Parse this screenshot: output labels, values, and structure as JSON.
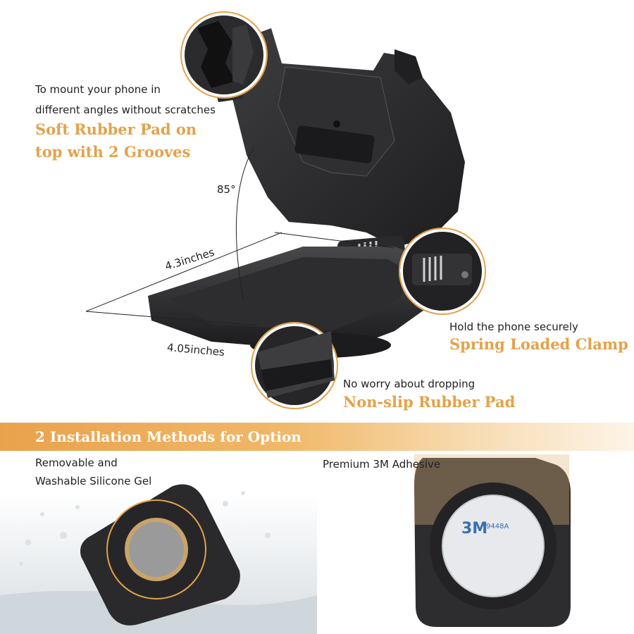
{
  "features": {
    "rubber_pad_top": {
      "note": "To mount your phone in\ndifferent angles without scratches",
      "line1": "To mount your phone in",
      "line2": "different angles without scratches",
      "title1": "Soft Rubber Pad on",
      "title2": "top with 2 Grooves"
    },
    "clamp": {
      "note": "Hold the phone securely",
      "title": "Spring Loaded Clamp"
    },
    "base_pad": {
      "note": "No worry about dropping",
      "title": "Non-slip Rubber Pad"
    }
  },
  "dimensions": {
    "angle": "85°",
    "width": "4.3inches",
    "depth": "4.05inches"
  },
  "install": {
    "banner": "2 Installation Methods for Option",
    "method1_line1": "Removable and",
    "method1_line2": "Washable Silicone Gel",
    "method2": "Premium 3M Adhesive",
    "tape_brand": "3M",
    "tape_code": "9448A"
  },
  "colors": {
    "accent": "#e3a24a",
    "product": "#2b2b2d",
    "banner_start": "#e9a24c"
  }
}
